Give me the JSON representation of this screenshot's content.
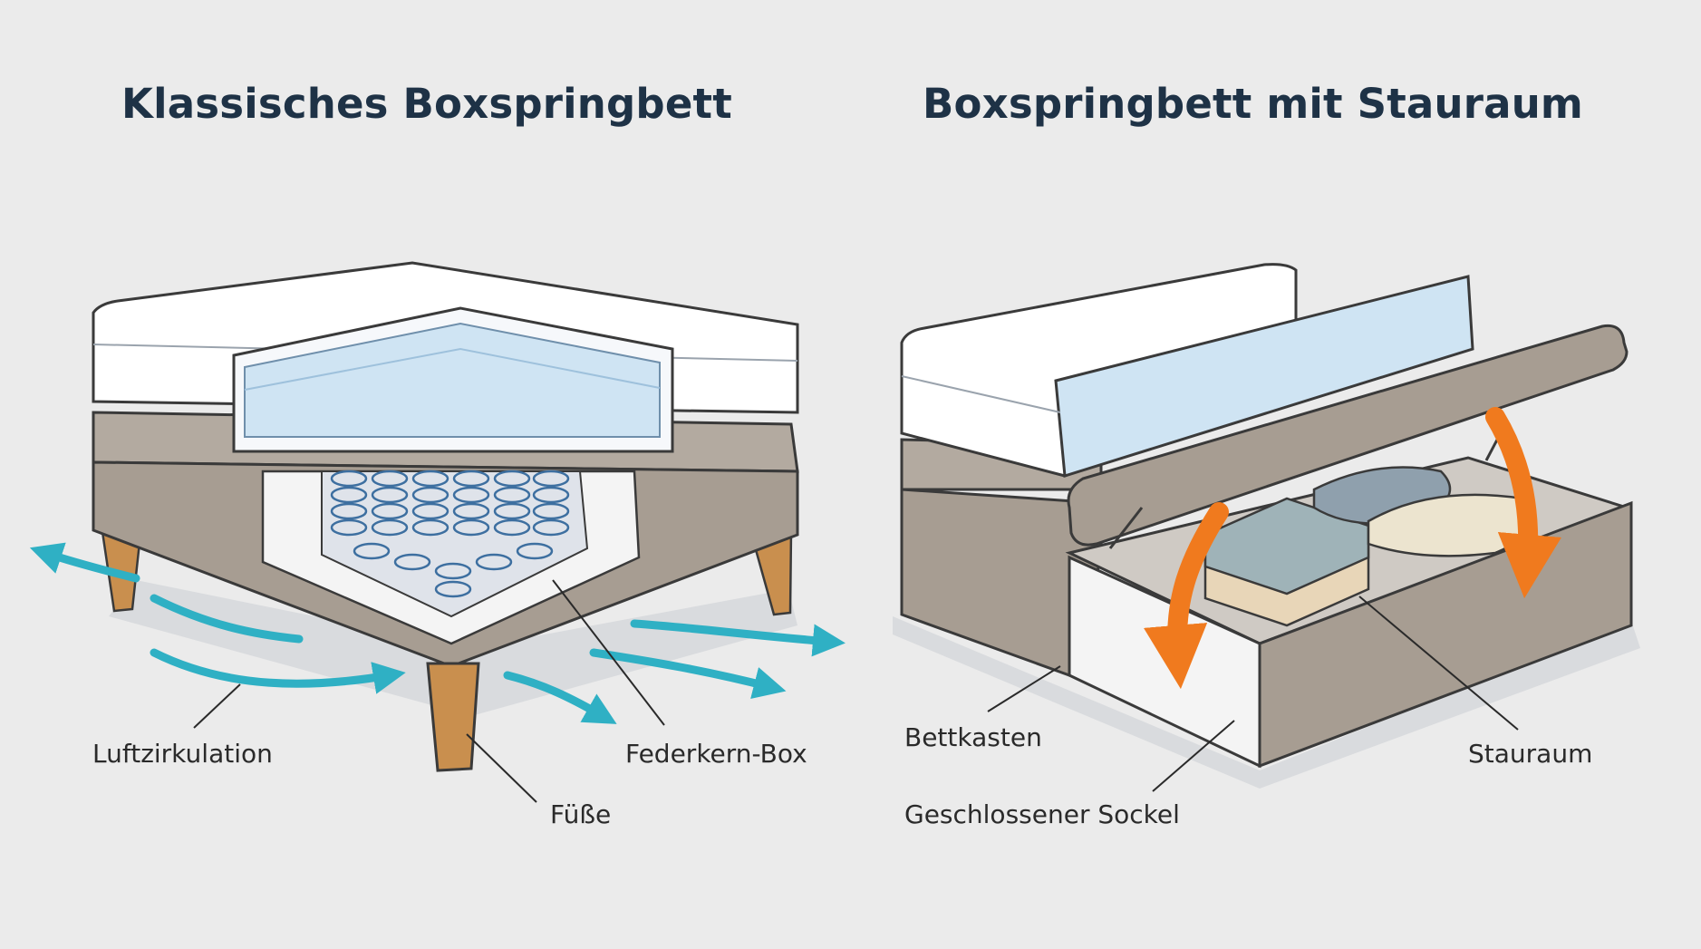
{
  "colors": {
    "background": "#ebebeb",
    "title_text": "#1e3246",
    "airflow_arrows": "#2fb0c4",
    "lift_arrows": "#f07a1e",
    "base_fabric": "#b3aaa0",
    "wood_legs": "#c98f4e",
    "mattress_core": "#cfe4f3"
  },
  "left": {
    "title": "Klassisches Boxspringbett",
    "labels": {
      "air": "Luftzirkulation",
      "springs": "Federkern-Box",
      "feet": "Füße"
    }
  },
  "right": {
    "title": "Boxspringbett mit Stauraum",
    "labels": {
      "bedbox": "Bettkasten",
      "storage": "Stauraum",
      "base": "Geschlossener Sockel"
    }
  }
}
